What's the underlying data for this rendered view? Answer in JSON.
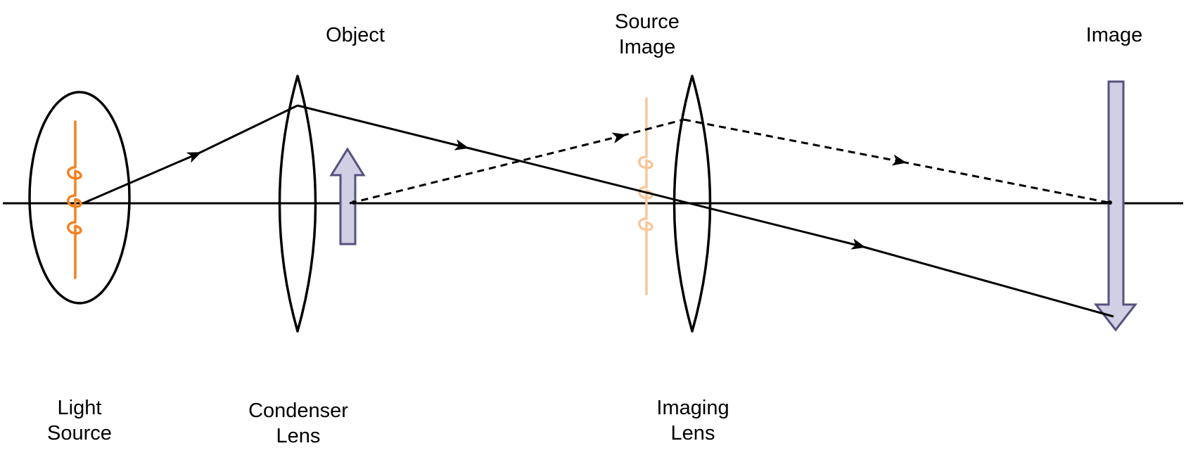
{
  "labels": {
    "light_source": {
      "line1": "Light",
      "line2": "Source"
    },
    "condenser_lens": {
      "line1": "Condenser",
      "line2": "Lens"
    },
    "object": "Object",
    "source_image": {
      "line1": "Source",
      "line2": "Image"
    },
    "imaging_lens": {
      "line1": "Imaging",
      "line2": "Lens"
    },
    "image": "Image"
  },
  "colors": {
    "stroke": "#000000",
    "filament": "#f5801e",
    "filament_image": "#f9c79a",
    "arrow_fill": "#d0cfe3",
    "arrow_stroke": "#56517e"
  },
  "icons": {
    "light_source": "lamp-bulb-icon",
    "filament": "coil-filament-icon",
    "lens": "biconvex-lens-icon",
    "object": "up-arrow-icon",
    "image": "down-arrow-icon"
  }
}
